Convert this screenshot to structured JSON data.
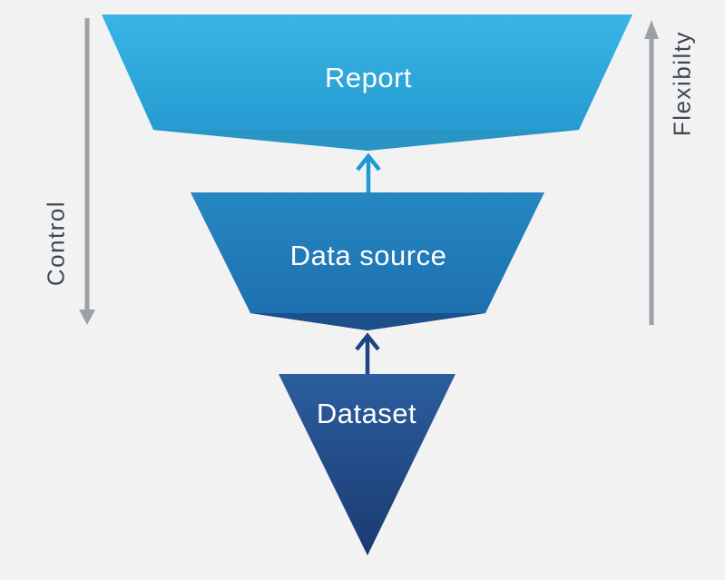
{
  "canvas": {
    "background": "#f2f2f3"
  },
  "funnel": {
    "label_color": "#ffffff",
    "levels": [
      {
        "label": "Report",
        "color_top": "#38b5e6",
        "color_bottom": "#2297cd",
        "shade": "#2895c4"
      },
      {
        "label": "Data source",
        "color_top": "#2687c3",
        "color_bottom": "#1c6dad",
        "shade": "#1d4f89"
      },
      {
        "label": "Dataset",
        "color_top": "#2b5e9e",
        "color_bottom": "#1b3a71"
      }
    ]
  },
  "connectors": {
    "report_arrow_color": "#1f9ad4",
    "dataset_arrow_color": "#1e4583"
  },
  "axes": {
    "arrow_color": "#9ba1a7",
    "text_color": "#3d4750",
    "control": {
      "label": "Control",
      "direction": "down"
    },
    "flexibility": {
      "label": "Flexibilty",
      "direction": "up"
    }
  }
}
